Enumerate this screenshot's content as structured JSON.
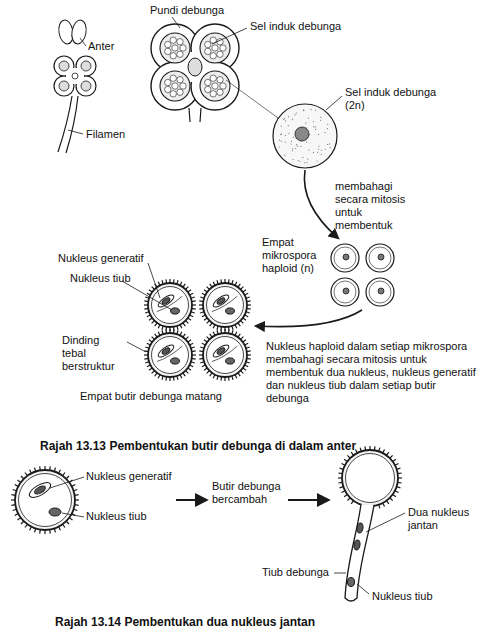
{
  "diagram": {
    "labels": [
      "Pundi debunga",
      "Sel induk debunga",
      "Anter",
      "Filamen",
      "Sel induk debunga (2n)",
      "membahagi secara mitosis untuk membentuk",
      "Empat mikrospora haploid (n)",
      "Nukleus generatif",
      "Nukleus tiub",
      "Dinding tebal berstruktur",
      "Empat butir debunga matang",
      "Nukleus haploid dalam setiap mikrospora membahagi secara mitosis untuk membentuk dua nukleus, nukleus generatif dan nukleus tiub dalam setiap butir debunga",
      "Rajah 13.13 Pembentukan butir debunga di dalam anter",
      "Nukleus generatif",
      "Nukleus tiub",
      "Butir debunga bercambah",
      "Tiub debunga",
      "Dua nukleus jantan",
      "Nukleus tiub",
      "Rajah 13.14 Pembentukan dua nukleus jantan"
    ]
  }
}
